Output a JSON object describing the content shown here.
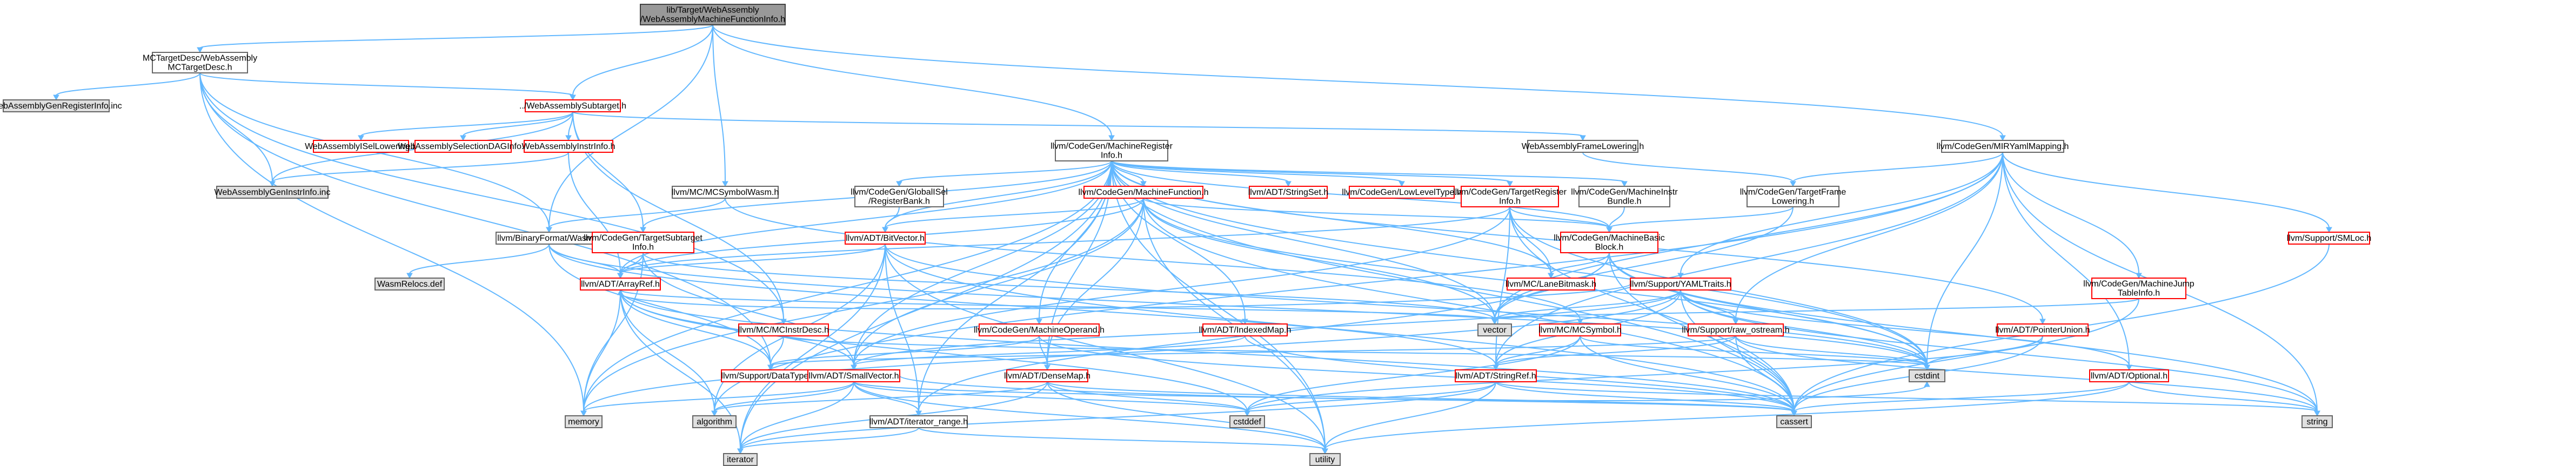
{
  "colors": {
    "background": "#ffffff",
    "node_default": "#ffffff",
    "node_root": "#999999",
    "node_external": "#e0e0e0",
    "border_default": "#666666",
    "border_incomplete": "#ff0000",
    "edge": "#63b8ff"
  },
  "nodes": [
    {
      "id": "root",
      "lines": [
        "lib/Target/WebAssembly",
        "/WebAssemblyMachineFunctionInfo.h"
      ],
      "style": "root"
    },
    {
      "id": "mctargetdesc",
      "lines": [
        "MCTargetDesc/WebAssembly",
        "MCTargetDesc.h"
      ],
      "style": "normal"
    },
    {
      "id": "regs_inc",
      "lines": [
        "WebAssemblyGenRegisterInfo.inc"
      ],
      "style": "external"
    },
    {
      "id": "subtarget",
      "lines": [
        "../WebAssemblySubtarget.h"
      ],
      "style": "red"
    },
    {
      "id": "isellowering",
      "lines": [
        "WebAssemblyISelLowering.h"
      ],
      "style": "red"
    },
    {
      "id": "seldaginfo",
      "lines": [
        "WebAssemblySelectionDAGInfo.h"
      ],
      "style": "red"
    },
    {
      "id": "instrinfo",
      "lines": [
        "WebAssemblyInstrInfo.h"
      ],
      "style": "red"
    },
    {
      "id": "geninstr_inc",
      "lines": [
        "WebAssemblyGenInstrInfo.inc"
      ],
      "style": "external"
    },
    {
      "id": "framelowering",
      "lines": [
        "WebAssemblyFrameLowering.h"
      ],
      "style": "normal"
    },
    {
      "id": "mirymlmapping",
      "lines": [
        "llvm/CodeGen/MIRYamlMapping.h"
      ],
      "style": "normal"
    },
    {
      "id": "mcsymbolwasm",
      "lines": [
        "llvm/MC/MCSymbolWasm.h"
      ],
      "style": "normal"
    },
    {
      "id": "binaryformat",
      "lines": [
        "llvm/BinaryFormat/Wasm.h"
      ],
      "style": "normal"
    },
    {
      "id": "wasmrelocs",
      "lines": [
        "WasmRelocs.def"
      ],
      "style": "external"
    },
    {
      "id": "machinereginfo",
      "lines": [
        "llvm/CodeGen/MachineRegister",
        "Info.h"
      ],
      "style": "normal"
    },
    {
      "id": "globalisel_rb",
      "lines": [
        "llvm/CodeGen/GlobalISel",
        "/RegisterBank.h"
      ],
      "style": "normal"
    },
    {
      "id": "machinefunction",
      "lines": [
        "llvm/CodeGen/MachineFunction.h"
      ],
      "style": "red"
    },
    {
      "id": "stringset",
      "lines": [
        "llvm/ADT/StringSet.h"
      ],
      "style": "red"
    },
    {
      "id": "lowleveltype",
      "lines": [
        "llvm/CodeGen/LowLevelType.h"
      ],
      "style": "red"
    },
    {
      "id": "targetreginfo",
      "lines": [
        "llvm/CodeGen/TargetRegister",
        "Info.h"
      ],
      "style": "red"
    },
    {
      "id": "machineinstrbundle",
      "lines": [
        "llvm/CodeGen/MachineInstr",
        "Bundle.h"
      ],
      "style": "normal"
    },
    {
      "id": "targetframelowering",
      "lines": [
        "llvm/CodeGen/TargetFrame",
        "Lowering.h"
      ],
      "style": "normal"
    },
    {
      "id": "targetsubtarget",
      "lines": [
        "llvm/CodeGen/TargetSubtarget",
        "Info.h"
      ],
      "style": "red"
    },
    {
      "id": "bitvector",
      "lines": [
        "llvm/ADT/BitVector.h"
      ],
      "style": "red"
    },
    {
      "id": "machinebasicblock",
      "lines": [
        "llvm/CodeGen/MachineBasic",
        "Block.h"
      ],
      "style": "red"
    },
    {
      "id": "lanebitmask",
      "lines": [
        "llvm/MC/LaneBitmask.h"
      ],
      "style": "red"
    },
    {
      "id": "arrayref",
      "lines": [
        "llvm/ADT/ArrayRef.h"
      ],
      "style": "red"
    },
    {
      "id": "mcinstrdesc",
      "lines": [
        "llvm/MC/MCInstrDesc.h"
      ],
      "style": "red"
    },
    {
      "id": "machineoperand",
      "lines": [
        "llvm/CodeGen/MachineOperand.h"
      ],
      "style": "red"
    },
    {
      "id": "indexedmap",
      "lines": [
        "llvm/ADT/IndexedMap.h"
      ],
      "style": "red"
    },
    {
      "id": "yamltraits",
      "lines": [
        "llvm/Support/YAMLTraits.h"
      ],
      "style": "red"
    },
    {
      "id": "mcsymbol",
      "lines": [
        "llvm/MC/MCSymbol.h"
      ],
      "style": "red"
    },
    {
      "id": "raw_ostream",
      "lines": [
        "llvm/Support/raw_ostream.h"
      ],
      "style": "red"
    },
    {
      "id": "pointerunion",
      "lines": [
        "llvm/ADT/PointerUnion.h"
      ],
      "style": "red"
    },
    {
      "id": "machinejumptable",
      "lines": [
        "llvm/CodeGen/MachineJump",
        "TableInfo.h"
      ],
      "style": "red"
    },
    {
      "id": "smloc",
      "lines": [
        "llvm/Support/SMLoc.h"
      ],
      "style": "red"
    },
    {
      "id": "datatypes",
      "lines": [
        "llvm/Support/DataTypes.h"
      ],
      "style": "red"
    },
    {
      "id": "smallvector",
      "lines": [
        "llvm/ADT/SmallVector.h"
      ],
      "style": "red"
    },
    {
      "id": "densemap",
      "lines": [
        "llvm/ADT/DenseMap.h"
      ],
      "style": "red"
    },
    {
      "id": "stringref",
      "lines": [
        "llvm/ADT/StringRef.h"
      ],
      "style": "red"
    },
    {
      "id": "optional",
      "lines": [
        "llvm/ADT/Optional.h"
      ],
      "style": "red"
    },
    {
      "id": "iterator_range",
      "lines": [
        "llvm/ADT/iterator_range.h"
      ],
      "style": "normal"
    },
    {
      "id": "vector",
      "lines": [
        "vector"
      ],
      "style": "external"
    },
    {
      "id": "cstdint",
      "lines": [
        "cstdint"
      ],
      "style": "external"
    },
    {
      "id": "memory",
      "lines": [
        "memory"
      ],
      "style": "external"
    },
    {
      "id": "algorithm",
      "lines": [
        "algorithm"
      ],
      "style": "external"
    },
    {
      "id": "cstddef",
      "lines": [
        "cstddef"
      ],
      "style": "external"
    },
    {
      "id": "cassert",
      "lines": [
        "cassert"
      ],
      "style": "external"
    },
    {
      "id": "string",
      "lines": [
        "string"
      ],
      "style": "external"
    },
    {
      "id": "utility",
      "lines": [
        "utility"
      ],
      "style": "external"
    },
    {
      "id": "iterator",
      "lines": [
        "iterator"
      ],
      "style": "external"
    }
  ],
  "edges": [
    [
      "root",
      "mctargetdesc"
    ],
    [
      "root",
      "machinereginfo"
    ],
    [
      "root",
      "mcsymbolwasm"
    ],
    [
      "root",
      "mirymlmapping"
    ],
    [
      "root",
      "subtarget"
    ],
    [
      "root",
      "binaryformat"
    ],
    [
      "mctargetdesc",
      "regs_inc"
    ],
    [
      "mctargetdesc",
      "geninstr_inc"
    ],
    [
      "mctargetdesc",
      "binaryformat"
    ],
    [
      "mctargetdesc",
      "memory"
    ],
    [
      "mctargetdesc",
      "datatypes"
    ],
    [
      "mctargetdesc",
      "mcinstrdesc"
    ],
    [
      "mctargetdesc",
      "subtarget"
    ],
    [
      "subtarget",
      "isellowering"
    ],
    [
      "subtarget",
      "seldaginfo"
    ],
    [
      "subtarget",
      "instrinfo"
    ],
    [
      "subtarget",
      "framelowering"
    ],
    [
      "subtarget",
      "targetsubtarget"
    ],
    [
      "subtarget",
      "geninstr_inc"
    ],
    [
      "subtarget",
      "mcinstrdesc"
    ],
    [
      "instrinfo",
      "geninstr_inc"
    ],
    [
      "instrinfo",
      "arrayref"
    ],
    [
      "binaryformat",
      "wasmrelocs"
    ],
    [
      "binaryformat",
      "arrayref"
    ],
    [
      "binaryformat",
      "stringref"
    ],
    [
      "binaryformat",
      "cstdint"
    ],
    [
      "binaryformat",
      "datatypes"
    ],
    [
      "mcsymbolwasm",
      "binaryformat"
    ],
    [
      "mcsymbolwasm",
      "mcsymbol"
    ],
    [
      "machinereginfo",
      "globalisel_rb"
    ],
    [
      "machinereginfo",
      "machinefunction"
    ],
    [
      "machinereginfo",
      "stringset"
    ],
    [
      "machinereginfo",
      "lowleveltype"
    ],
    [
      "machinereginfo",
      "targetreginfo"
    ],
    [
      "machinereginfo",
      "machineinstrbundle"
    ],
    [
      "machinereginfo",
      "targetsubtarget"
    ],
    [
      "machinereginfo",
      "bitvector"
    ],
    [
      "machinereginfo",
      "arrayref"
    ],
    [
      "machinereginfo",
      "machinebasicblock"
    ],
    [
      "machinereginfo",
      "indexedmap"
    ],
    [
      "machinereginfo",
      "smallvector"
    ],
    [
      "machinereginfo",
      "densemap"
    ],
    [
      "machinereginfo",
      "machineoperand"
    ],
    [
      "machinereginfo",
      "pointerunion"
    ],
    [
      "machinereginfo",
      "lanebitmask"
    ],
    [
      "machinereginfo",
      "iterator_range"
    ],
    [
      "machinereginfo",
      "vector"
    ],
    [
      "machinereginfo",
      "memory"
    ],
    [
      "machinereginfo",
      "cstdint"
    ],
    [
      "machinereginfo",
      "cassert"
    ],
    [
      "machinereginfo",
      "utility"
    ],
    [
      "machinereginfo",
      "iterator"
    ],
    [
      "globalisel_rb",
      "bitvector"
    ],
    [
      "machinefunction",
      "bitvector"
    ],
    [
      "machinefunction",
      "machinebasicblock"
    ],
    [
      "machinefunction",
      "arrayref"
    ],
    [
      "machinefunction",
      "smallvector"
    ],
    [
      "machinefunction",
      "densemap"
    ],
    [
      "machinefunction",
      "cassert"
    ],
    [
      "machinefunction",
      "cstdint"
    ],
    [
      "machinefunction",
      "memory"
    ],
    [
      "machinefunction",
      "utility"
    ],
    [
      "machinefunction",
      "vector"
    ],
    [
      "targetreginfo",
      "machinebasicblock"
    ],
    [
      "targetreginfo",
      "lanebitmask"
    ],
    [
      "targetreginfo",
      "arrayref"
    ],
    [
      "targetreginfo",
      "smallvector"
    ],
    [
      "targetreginfo",
      "stringref"
    ],
    [
      "targetreginfo",
      "cassert"
    ],
    [
      "targetreginfo",
      "cstdint"
    ],
    [
      "machineinstrbundle",
      "machinebasicblock"
    ],
    [
      "targetframelowering",
      "machinebasicblock"
    ],
    [
      "targetframelowering",
      "vector"
    ],
    [
      "targetsubtarget",
      "arrayref"
    ],
    [
      "targetsubtarget",
      "smallvector"
    ],
    [
      "targetsubtarget",
      "memory"
    ],
    [
      "targetsubtarget",
      "vector"
    ],
    [
      "bitvector",
      "arrayref"
    ],
    [
      "bitvector",
      "iterator_range"
    ],
    [
      "bitvector",
      "algorithm"
    ],
    [
      "bitvector",
      "cassert"
    ],
    [
      "bitvector",
      "cstdint"
    ],
    [
      "bitvector",
      "utility"
    ],
    [
      "bitvector",
      "iterator"
    ],
    [
      "machinebasicblock",
      "lanebitmask"
    ],
    [
      "machinebasicblock",
      "iterator_range"
    ],
    [
      "machinebasicblock",
      "cassert"
    ],
    [
      "machinebasicblock",
      "cstdint"
    ],
    [
      "machinebasicblock",
      "string"
    ],
    [
      "machinebasicblock",
      "vector"
    ],
    [
      "arrayref",
      "smallvector"
    ],
    [
      "arrayref",
      "datatypes"
    ],
    [
      "arrayref",
      "algorithm"
    ],
    [
      "arrayref",
      "cassert"
    ],
    [
      "arrayref",
      "cstddef"
    ],
    [
      "arrayref",
      "iterator"
    ],
    [
      "arrayref",
      "memory"
    ],
    [
      "arrayref",
      "vector"
    ],
    [
      "mcinstrdesc",
      "datatypes"
    ],
    [
      "mcinstrdesc",
      "cstdint"
    ],
    [
      "machineoperand",
      "densemap"
    ],
    [
      "machineoperand",
      "datatypes"
    ],
    [
      "machineoperand",
      "cassert"
    ],
    [
      "indexedmap",
      "smallvector"
    ],
    [
      "indexedmap",
      "cassert"
    ],
    [
      "yamltraits",
      "arrayref"
    ],
    [
      "yamltraits",
      "raw_ostream"
    ],
    [
      "yamltraits",
      "stringref"
    ],
    [
      "yamltraits",
      "smallvector"
    ],
    [
      "yamltraits",
      "optional"
    ],
    [
      "yamltraits",
      "vector"
    ],
    [
      "yamltraits",
      "string"
    ],
    [
      "yamltraits",
      "memory"
    ],
    [
      "yamltraits",
      "cassert"
    ],
    [
      "yamltraits",
      "cstdint"
    ],
    [
      "mcsymbol",
      "stringref"
    ],
    [
      "mcsymbol",
      "cstddef"
    ],
    [
      "mcsymbol",
      "cstdint"
    ],
    [
      "mcsymbol",
      "cassert"
    ],
    [
      "raw_ostream",
      "stringref"
    ],
    [
      "raw_ostream",
      "datatypes"
    ],
    [
      "raw_ostream",
      "cassert"
    ],
    [
      "raw_ostream",
      "cstdint"
    ],
    [
      "raw_ostream",
      "string"
    ],
    [
      "pointerunion",
      "cassert"
    ],
    [
      "pointerunion",
      "cstdint"
    ],
    [
      "pointerunion",
      "cstddef"
    ],
    [
      "machinejumptable",
      "vector"
    ],
    [
      "machinejumptable",
      "cassert"
    ],
    [
      "smloc",
      "cassert"
    ],
    [
      "mirymlmapping",
      "yamltraits"
    ],
    [
      "mirymlmapping",
      "machinejumptable"
    ],
    [
      "mirymlmapping",
      "smloc"
    ],
    [
      "mirymlmapping",
      "optional"
    ],
    [
      "mirymlmapping",
      "stringref"
    ],
    [
      "mirymlmapping",
      "raw_ostream"
    ],
    [
      "mirymlmapping",
      "targetframelowering"
    ],
    [
      "mirymlmapping",
      "string"
    ],
    [
      "mirymlmapping",
      "vector"
    ],
    [
      "mirymlmapping",
      "cstdint"
    ],
    [
      "mirymlmapping",
      "algorithm"
    ],
    [
      "smallvector",
      "algorithm"
    ],
    [
      "smallvector",
      "cassert"
    ],
    [
      "smallvector",
      "cstddef"
    ],
    [
      "smallvector",
      "cstdint"
    ],
    [
      "smallvector",
      "iterator"
    ],
    [
      "smallvector",
      "memory"
    ],
    [
      "smallvector",
      "utility"
    ],
    [
      "smallvector",
      "iterator_range"
    ],
    [
      "densemap",
      "cassert"
    ],
    [
      "densemap",
      "cstddef"
    ],
    [
      "densemap",
      "utility"
    ],
    [
      "densemap",
      "algorithm"
    ],
    [
      "densemap",
      "iterator"
    ],
    [
      "stringref",
      "cassert"
    ],
    [
      "stringref",
      "cstddef"
    ],
    [
      "stringref",
      "string"
    ],
    [
      "stringref",
      "iterator"
    ],
    [
      "stringref",
      "utility"
    ],
    [
      "optional",
      "cassert"
    ],
    [
      "optional",
      "utility"
    ],
    [
      "optional",
      "string"
    ],
    [
      "iterator_range",
      "utility"
    ],
    [
      "iterator_range",
      "iterator"
    ],
    [
      "framelowering",
      "targetframelowering"
    ]
  ]
}
